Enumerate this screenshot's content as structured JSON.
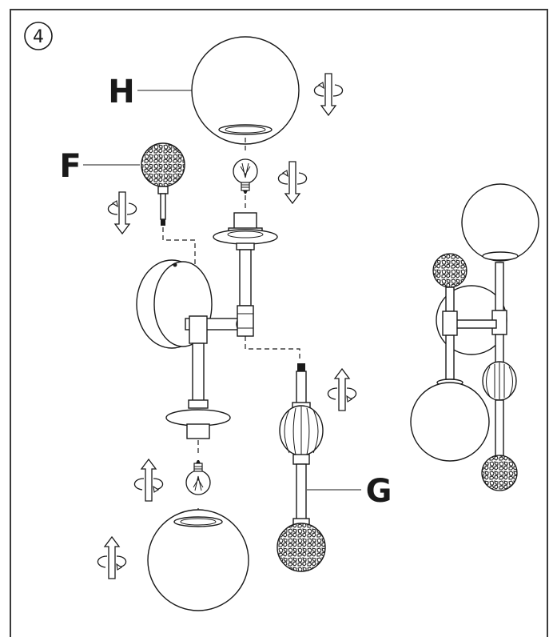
{
  "step": {
    "number": "4"
  },
  "labels": {
    "globe_h": "H",
    "crystal_f": "F",
    "arm_g": "G"
  },
  "icons": {
    "rotate_arrow": "rotate-screw-arrow-icon",
    "bulb": "edison-bulb-icon"
  },
  "colors": {
    "line": "#1a1a1a",
    "background": "#ffffff",
    "border": "#3a3a3a"
  }
}
